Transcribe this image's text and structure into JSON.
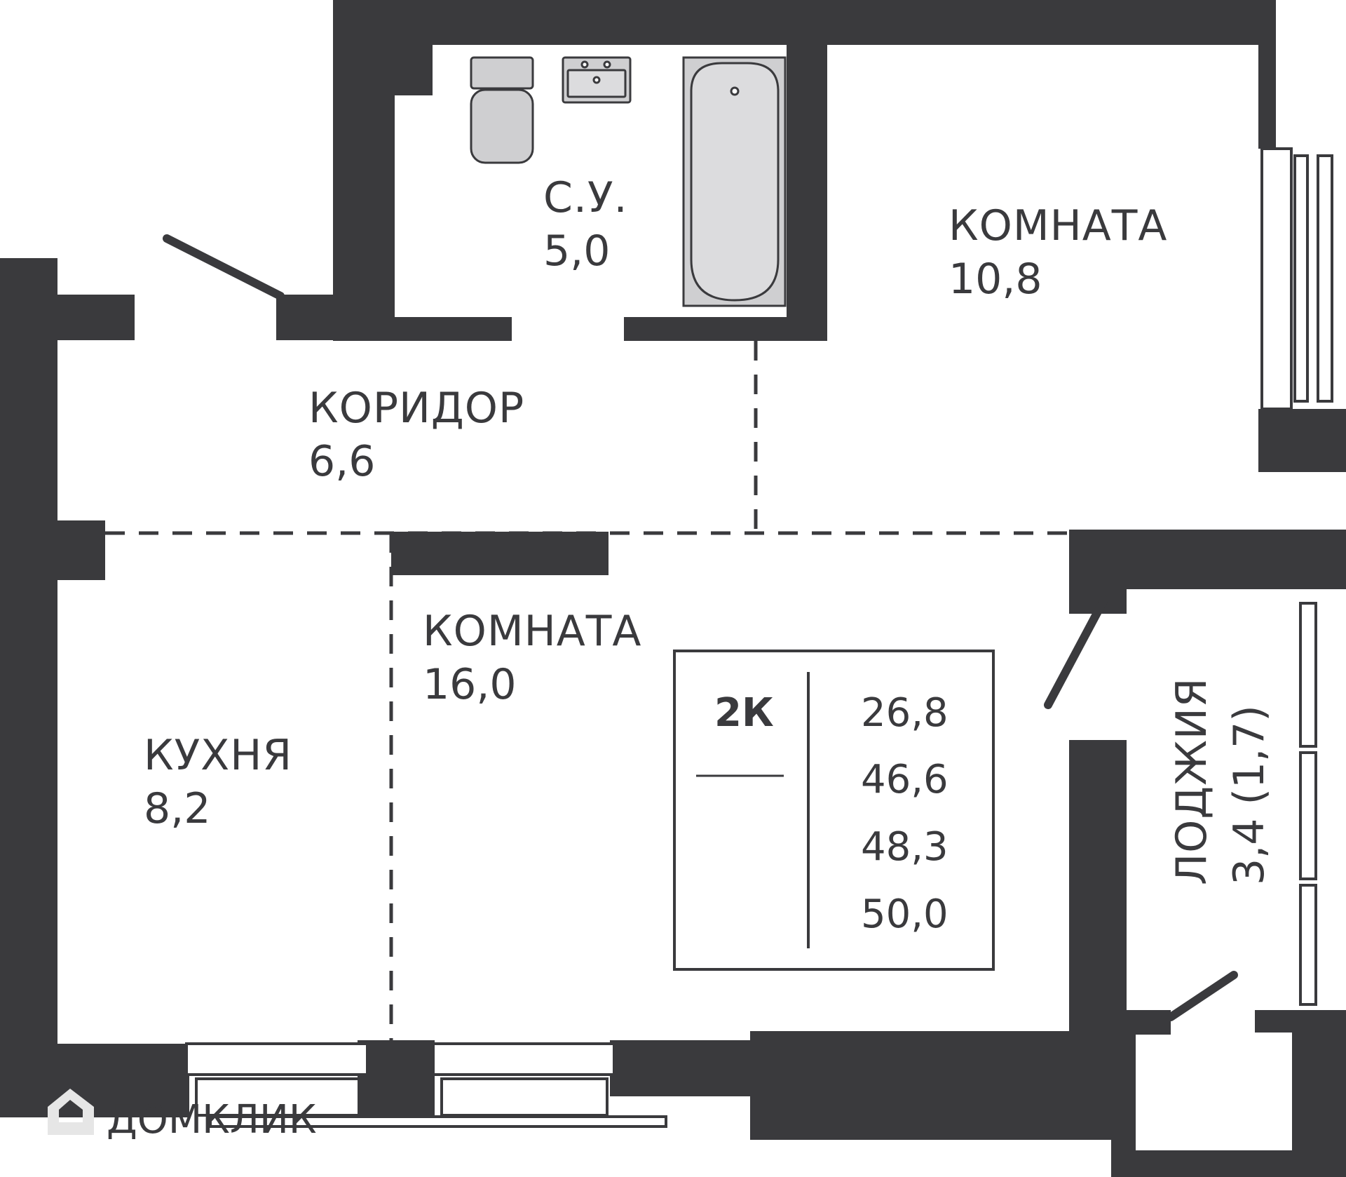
{
  "colors": {
    "wall": "#3a3a3d",
    "background": "#ffffff",
    "fixture": "#cfcfd1",
    "watermark": "#e6e6e6"
  },
  "rooms": {
    "bathroom": {
      "name": "С.У.",
      "area": "5,0"
    },
    "room_small": {
      "name": "КОМНАТА",
      "area": "10,8"
    },
    "corridor": {
      "name": "КОРИДОР",
      "area": "6,6"
    },
    "room_large": {
      "name": "КОМНАТА",
      "area": "16,0"
    },
    "kitchen": {
      "name": "КУХНЯ",
      "area": "8,2"
    },
    "loggia": {
      "name": "ЛОДЖИЯ",
      "area": "3,4 (1,7)"
    }
  },
  "summary": {
    "type": "2К",
    "values": [
      "26,8",
      "46,6",
      "48,3",
      "50,0"
    ]
  },
  "watermark": {
    "text": "ДОМКЛИК",
    "icon": "domclick-logo-icon"
  }
}
